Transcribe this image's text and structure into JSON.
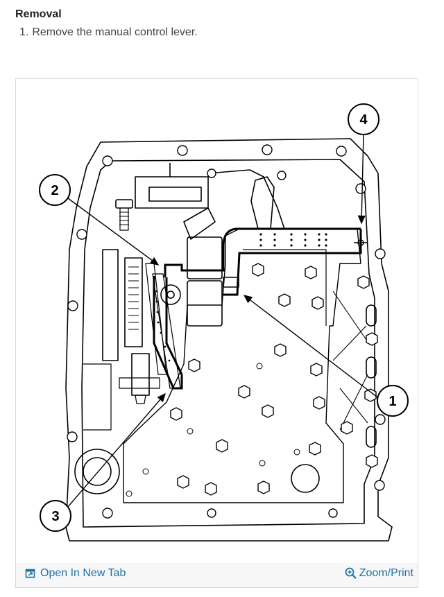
{
  "section": {
    "heading": "Removal",
    "steps": [
      {
        "number": "1.",
        "text": "Remove the manual control lever."
      }
    ]
  },
  "figure": {
    "callouts": [
      "1",
      "2",
      "3",
      "4"
    ]
  },
  "footer": {
    "open_tab_label": "Open In New Tab",
    "open_tab_icon": "open-new-tab-icon",
    "zoom_label": "Zoom/Print",
    "zoom_icon": "zoom-in-icon",
    "link_color": "#1e6fa8"
  }
}
